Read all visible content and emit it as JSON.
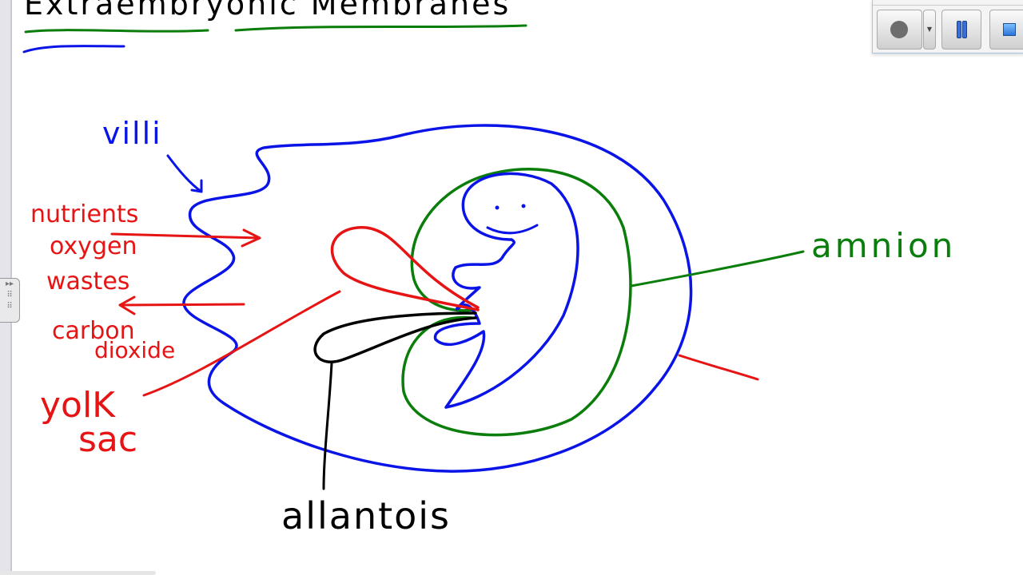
{
  "title": "Extraembryonic Membranes",
  "labels": {
    "villi": "villi",
    "nutrients": "nutrients",
    "oxygen": "oxygen",
    "wastes": "wastes",
    "carbon": "carbon",
    "dioxide": "dioxide",
    "yolk": "yolK",
    "sac": "sac",
    "amnion": "amnion",
    "allantois": "allantois"
  },
  "colors": {
    "chorion": "#0a14e6",
    "amnion": "#0a7d0a",
    "yolk_sac": "#e61414",
    "allantois": "#000000"
  },
  "toolbar": {
    "record_icon": "record-circle",
    "dropdown_icon": "chevron-down",
    "pause_icon": "pause",
    "stop_icon": "stop-square"
  }
}
